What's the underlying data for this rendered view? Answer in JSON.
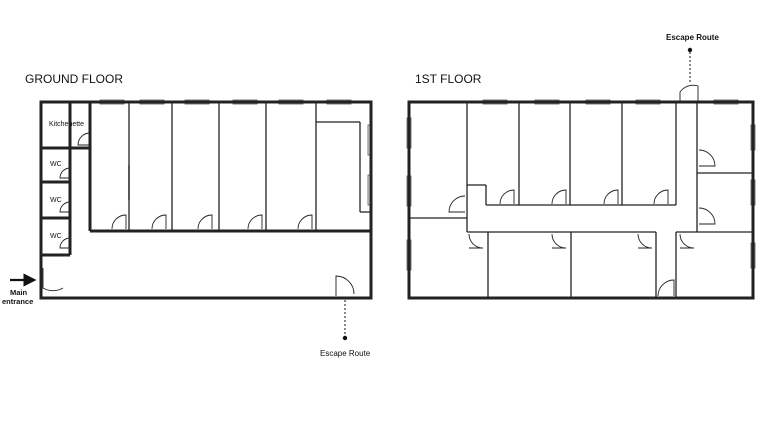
{
  "plans": {
    "ground": {
      "title": "GROUND FLOOR",
      "rooms": {
        "kitchenette": "Kitchenette",
        "wc1": "WC",
        "wc2": "WC",
        "wc3": "WC"
      },
      "entrance": {
        "line1": "Main",
        "line2": "entrance"
      },
      "escape": "Escape Route"
    },
    "first": {
      "title": "1ST FLOOR",
      "escape": "Escape Route"
    }
  }
}
